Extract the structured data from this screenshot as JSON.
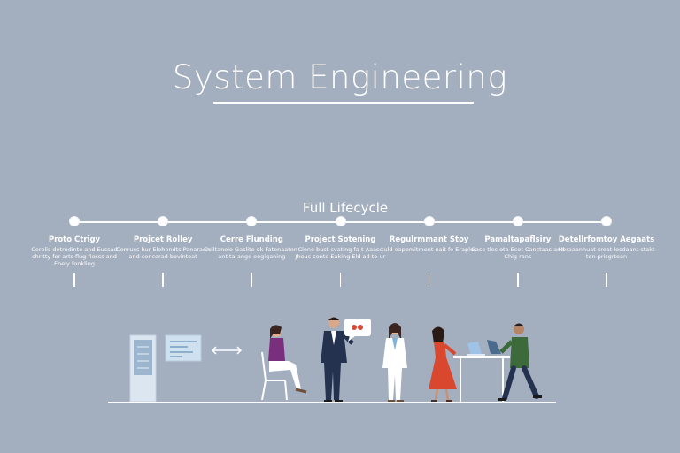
{
  "title": "System Engineering",
  "subtitle": "Full Lifecycle",
  "colors": {
    "background": "#a3aebf",
    "foreground": "#ffffff",
    "woman_purple_top": "#7a2f7e",
    "man_suit": "#25324f",
    "woman_red_dress": "#d9472f",
    "man_green_top": "#3d6a3a",
    "speech_bubble_heart": "#d84a35"
  },
  "timeline": {
    "nodes": [
      {
        "title": "Proto Ctrigy",
        "description": "Corolis detrodinte and Eussad chritty for arts flug fiosss and Enely fonkling"
      },
      {
        "title": "Projcet Rolley",
        "description": "Conruss hur Elohendts Panaraon and concerad bovinteat"
      },
      {
        "title": "Cerre Flunding",
        "description": "Ceiltanole Gaslite ok Fatenaaton-ant ta-ange eogiganing"
      },
      {
        "title": "Project Sotening",
        "description": "Clone bust cvating fa-t Aaase Jhous conte Eaking Eld ad to-ur"
      },
      {
        "title": "Regulrmmant Stoy",
        "description": "tuld eapemitment nait fo Eraples"
      },
      {
        "title": "Pamaltapaflsiry",
        "description": "Case tles ota Ecet Canctaas and Chig rans"
      },
      {
        "title": "Detellrfomtoy Aegaats",
        "description": "Heraaanhuat sreat lesdaant stakt ten prisgrtean"
      }
    ]
  },
  "scene": {
    "icons": [
      "server-rack-icon",
      "dashboard-screen-icon",
      "bidirectional-arrow-icon",
      "speech-bubble-icon",
      "laptop-icon"
    ],
    "people": [
      "woman-seated-chair",
      "man-in-suit",
      "woman-in-white-coat",
      "woman-in-red-dress",
      "man-walking-green-top"
    ]
  }
}
